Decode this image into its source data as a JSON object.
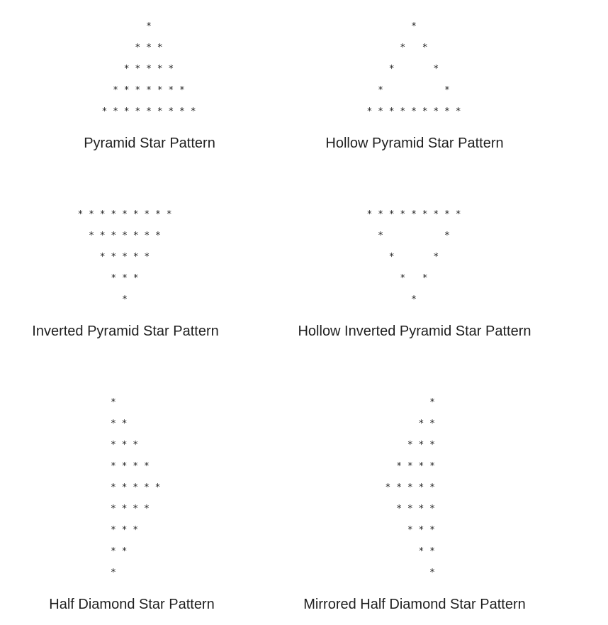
{
  "patterns": [
    {
      "id": "pyramid",
      "label": "Pyramid Star Pattern",
      "lines": [
        "*",
        "* * *",
        "* * * * *",
        "* * * * * * *",
        "* * * * * * * * *"
      ],
      "align": "center"
    },
    {
      "id": "hollow-pyramid",
      "label": "Hollow Pyramid Star Pattern",
      "lines": [
        "*",
        "*   *",
        "*       *",
        "*           *",
        "* * * * * * * * *"
      ],
      "align": "center"
    },
    {
      "id": "inverted-pyramid",
      "label": "Inverted Pyramid Star Pattern",
      "lines": [
        "* * * * * * * * *",
        "* * * * * * *",
        "* * * * *",
        "* * *",
        "*"
      ],
      "align": "center"
    },
    {
      "id": "hollow-inverted-pyramid",
      "label": "Hollow Inverted Pyramid Star Pattern",
      "lines": [
        "* * * * * * * * *",
        "*           *",
        "*       *",
        "*   *",
        "*"
      ],
      "align": "center"
    },
    {
      "id": "half-diamond",
      "label": "Half Diamond Star Pattern",
      "lines": [
        "*",
        "* *",
        "* * *",
        "* * * *",
        "* * * * *",
        "* * * *",
        "* * *",
        "* *",
        "*"
      ],
      "align": "left"
    },
    {
      "id": "mirrored-half-diamond",
      "label": "Mirrored Half Diamond Star Pattern",
      "lines": [
        "*",
        "* *",
        "* * *",
        "* * * *",
        "* * * * *",
        "* * * *",
        "* * *",
        "* *",
        "*"
      ],
      "align": "right"
    }
  ]
}
